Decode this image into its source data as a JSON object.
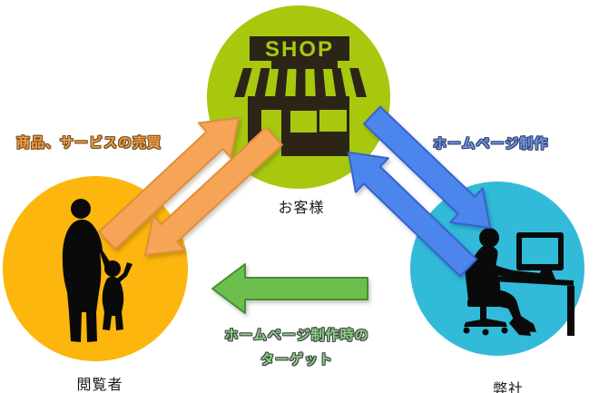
{
  "diagram": {
    "kind": "three-party relationship diagram",
    "background": "#FFFFFF"
  },
  "nodes": {
    "customer": {
      "label": "お客様",
      "sign": "SHOP",
      "icon": "storefront-shop-icon"
    },
    "viewer": {
      "label": "閲覧者",
      "icon": "parent-and-child-silhouette-icon"
    },
    "company": {
      "label": "弊社",
      "icon": "person-at-computer-silhouette-icon"
    }
  },
  "relations": {
    "trade": {
      "label": "商品、サービスの売買",
      "between": "viewer and customer",
      "style": "double-arrow"
    },
    "web": {
      "label": "ホームページ制作",
      "between": "company and customer",
      "style": "double-arrow"
    },
    "target": {
      "line1": "ホームページ制作時の",
      "line2": "ターゲット",
      "direction": "company to viewer",
      "style": "single-arrow-left"
    }
  },
  "colors": {
    "customer-circle": "#A8C80E",
    "viewer-circle": "#FCB60D",
    "company-circle": "#32BBD9",
    "shop-dark": "#2B2417",
    "silhouette": "#0A0A0A",
    "trade-arrow": "#F6A455",
    "trade-arrow-border": "#DE8F3F",
    "web-arrow": "#4C85EC",
    "web-arrow-border": "#3763CC",
    "target-arrow": "#6DBF4D",
    "target-arrow-border": "#4A8A35",
    "trade-text": "#F59B45",
    "web-text": "#6F93E6",
    "target-text": "#8BD286",
    "node-label": "#1A1A1A"
  }
}
